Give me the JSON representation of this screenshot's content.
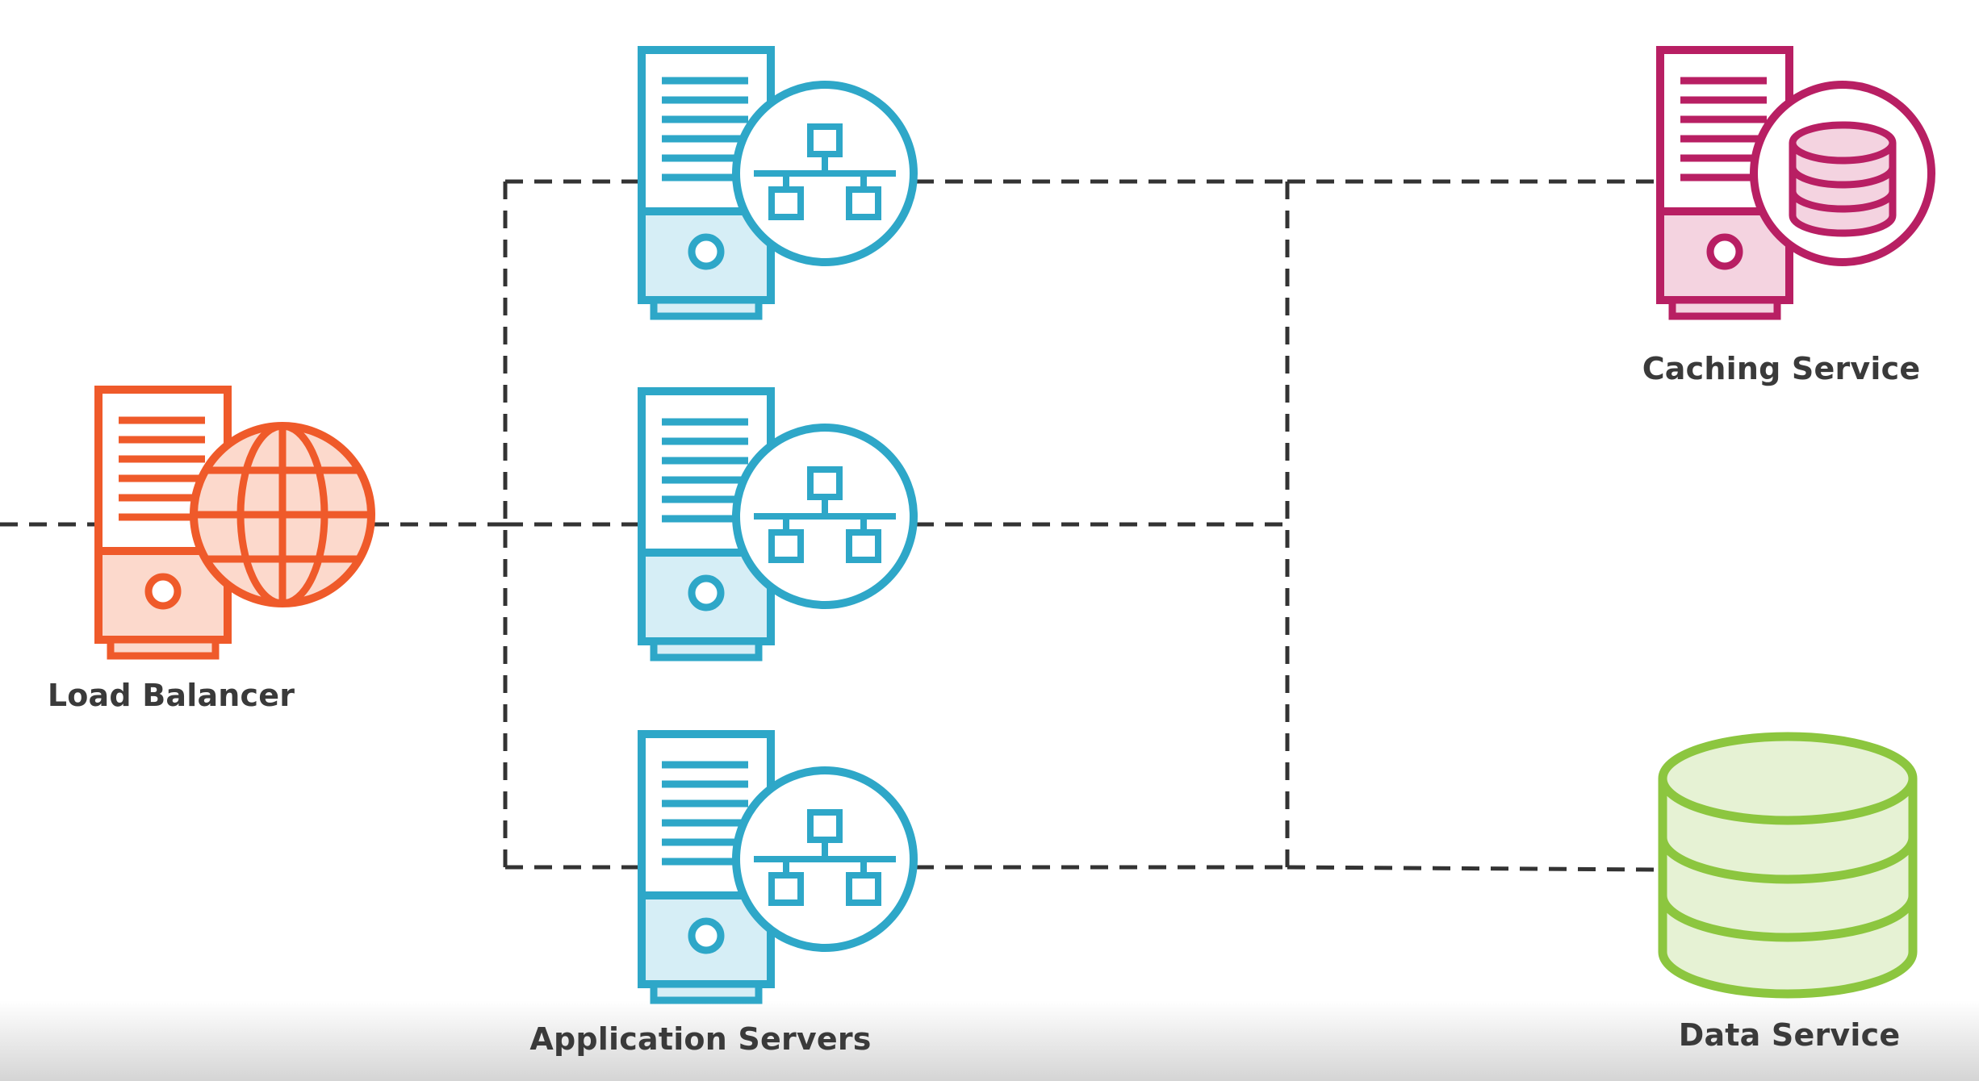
{
  "labels": {
    "load_balancer": "Load Balancer",
    "application_servers": "Application Servers",
    "caching_service": "Caching Service",
    "data_service": "Data Service"
  },
  "colors": {
    "load_balancer": "#ef5a2a",
    "load_balancer_fill": "#fcd9cc",
    "application_server": "#2ea7c8",
    "application_server_fill": "#d6eef6",
    "caching_service": "#b81f63",
    "caching_service_fill": "#f4d3e0",
    "data_service": "#8cc63f",
    "data_service_fill": "#e6f2d4",
    "connector": "#333333"
  },
  "icons": {
    "load_balancer": "server-globe-icon",
    "application_server": "server-network-icon",
    "caching_service": "server-database-icon",
    "data_service": "database-icon"
  }
}
